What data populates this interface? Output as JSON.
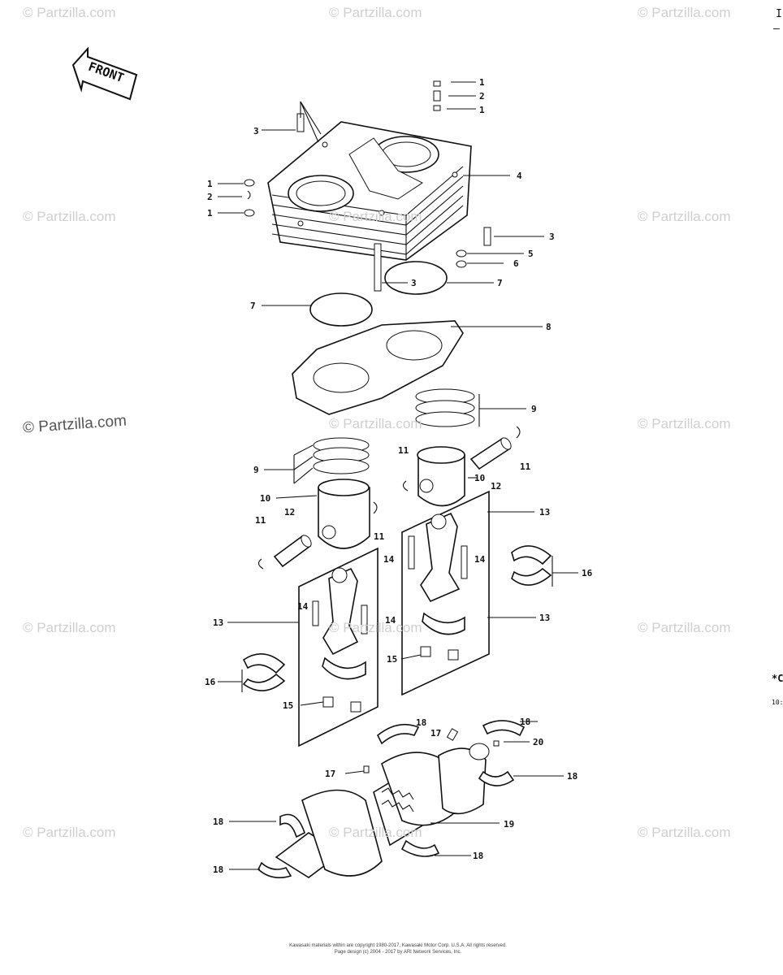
{
  "watermark": "© Partzilla.com",
  "front_label": "FRONT",
  "edge_text": {
    "top_right_1": "I",
    "top_right_2": "–",
    "right_mid_1": "*C",
    "right_mid_2": "10:"
  },
  "footer": {
    "line1": "Kawasaki materials within are copyright 1980-2017, Kawasaki Motor Corp. U.S.A. All rights reserved.",
    "line2": "Page design (c) 2004 - 2017 by ARI Network Services, Inc."
  },
  "callouts": [
    {
      "n": "1"
    },
    {
      "n": "2"
    },
    {
      "n": "1"
    },
    {
      "n": "3"
    },
    {
      "n": "4"
    },
    {
      "n": "1"
    },
    {
      "n": "2"
    },
    {
      "n": "1"
    },
    {
      "n": "3"
    },
    {
      "n": "5"
    },
    {
      "n": "6"
    },
    {
      "n": "3"
    },
    {
      "n": "7"
    },
    {
      "n": "7"
    },
    {
      "n": "8"
    },
    {
      "n": "9"
    },
    {
      "n": "11"
    },
    {
      "n": "10"
    },
    {
      "n": "11"
    },
    {
      "n": "12"
    },
    {
      "n": "9"
    },
    {
      "n": "10"
    },
    {
      "n": "13"
    },
    {
      "n": "11"
    },
    {
      "n": "12"
    },
    {
      "n": "11"
    },
    {
      "n": "14"
    },
    {
      "n": "14"
    },
    {
      "n": "16"
    },
    {
      "n": "13"
    },
    {
      "n": "14"
    },
    {
      "n": "14"
    },
    {
      "n": "13"
    },
    {
      "n": "15"
    },
    {
      "n": "16"
    },
    {
      "n": "15"
    },
    {
      "n": "18"
    },
    {
      "n": "17"
    },
    {
      "n": "18"
    },
    {
      "n": "20"
    },
    {
      "n": "17"
    },
    {
      "n": "18"
    },
    {
      "n": "18"
    },
    {
      "n": "19"
    },
    {
      "n": "18"
    },
    {
      "n": "18"
    }
  ]
}
